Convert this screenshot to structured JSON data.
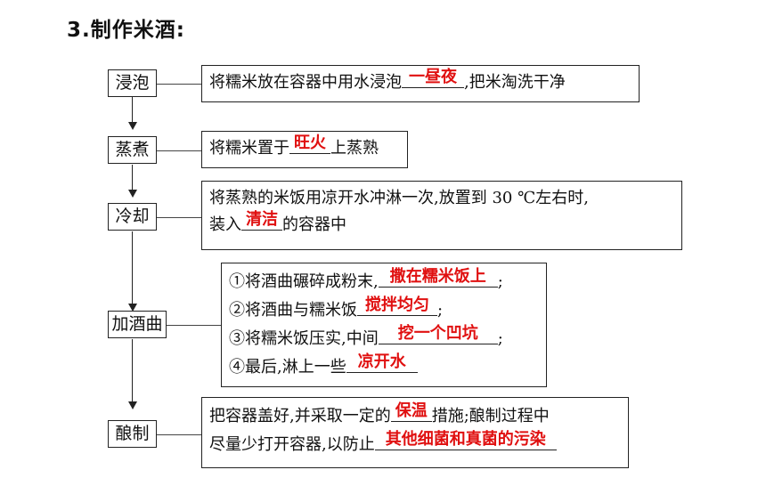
{
  "title": "3.制作米酒:",
  "steps": {
    "soak": {
      "label": "浸泡",
      "desc_a": "将糯米放在容器中用水浸泡",
      "fill": "一昼夜",
      "desc_b": ",把米淘洗干净"
    },
    "steam": {
      "label": "蒸煮",
      "desc_a": "将糯米置于",
      "fill": "旺火",
      "desc_b": "上蒸熟"
    },
    "cool": {
      "label": "冷却",
      "line1": "将蒸熟的米饭用凉开水冲淋一次,放置到 30 ℃左右时,",
      "desc_a": "装入",
      "fill": "清洁",
      "desc_b": "的容器中"
    },
    "add_yeast": {
      "label": "加酒曲",
      "l1_a": "①将酒曲碾碎成粉末,",
      "l1_fill": "撒在糯米饭上",
      "l1_b": ";",
      "l2_a": "②将酒曲与糯米饭",
      "l2_fill": "搅拌均匀",
      "l2_b": ";",
      "l3_a": "③将糯米饭压实,中间",
      "l3_fill": "挖一个凹坑",
      "l3_b": ";",
      "l4_a": "④最后,淋上一些",
      "l4_fill": "凉开水"
    },
    "brew": {
      "label": "酿制",
      "l1_a": "把容器盖好,并采取一定的",
      "l1_fill": "保温",
      "l1_b": "措施;酿制过程中",
      "l2_a": "尽量少打开容器,以防止",
      "l2_fill": "其他细菌和真菌的污染"
    }
  }
}
